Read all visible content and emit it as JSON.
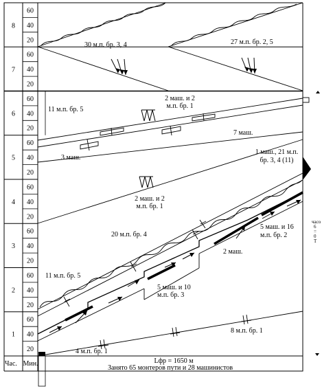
{
  "scale": {
    "hours": [
      "8",
      "7",
      "6",
      "5",
      "4",
      "3",
      "2",
      "1"
    ],
    "minute_marks": [
      "60",
      "40",
      "20"
    ],
    "hour_header": "Час.",
    "minute_header": "Мин."
  },
  "labels": {
    "l30": "30 м.п. бр. 3, 4",
    "l27": "27 м.п. бр. 2, 5",
    "l11top": "11 м.п. бр. 5",
    "l2m2a": "2 маш. и 2",
    "l2m2b": "м.п. бр. 1",
    "l7m": "7 маш.",
    "l3m": "3 маш.",
    "l1m21a": "1 маш., 21 м.п.",
    "l1m21b": "бр. 3, 4 (11)",
    "l2m2c": "2 маш. и 2",
    "l2m2d": "м.п. бр. 1",
    "l20": "20 м.п. бр. 4",
    "l5m16a": "5 маш. и 16",
    "l5m16b": "м.п. бр. 2",
    "l2m": "2 маш.",
    "l11mid": "11 м.п. бр. 5",
    "l5m10a": "5 маш. и 10",
    "l5m10b": "м.п. бр. 3",
    "l8": "8 м.п. бр. 1",
    "l4": "4 м.п. бр. 1"
  },
  "side_note": [
    "часо",
    "6",
    "=",
    "0",
    "Т"
  ],
  "footer": {
    "length": "Lфр = 1650 м",
    "summary": "Занято 65 монтеров пути и 28 машинистов"
  }
}
